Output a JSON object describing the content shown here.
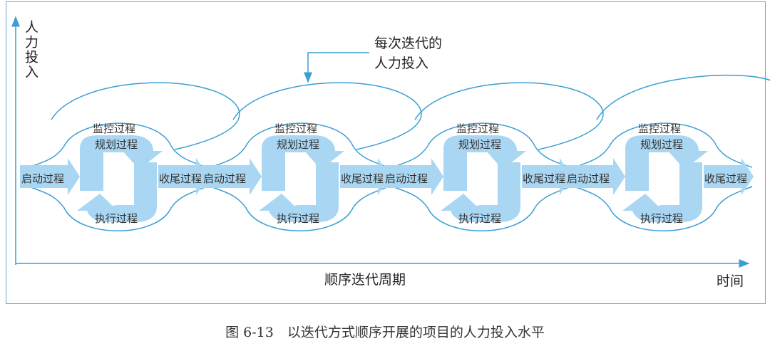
{
  "axes": {
    "y_label": "人力投入",
    "x_label": "顺序迭代周期",
    "x_end_label": "时间"
  },
  "annotation": "每次迭代的\n人力投入",
  "annotation_lines": [
    "每次迭代的",
    "人力投入"
  ],
  "iterations": [
    {
      "initiate": "启动过程",
      "monitor": "监控过程",
      "plan": "规划过程",
      "execute": "执行过程",
      "close": "收尾过程"
    },
    {
      "initiate": "启动过程",
      "monitor": "监控过程",
      "plan": "规划过程",
      "execute": "执行过程",
      "close": "收尾过程"
    },
    {
      "initiate": "启动过程",
      "monitor": "监控过程",
      "plan": "规划过程",
      "execute": "执行过程",
      "close": "收尾过程"
    },
    {
      "initiate": "启动过程",
      "monitor": "监控过程",
      "plan": "规划过程",
      "execute": "执行过程",
      "close": "收尾过程"
    }
  ],
  "caption": "图 6-13　以迭代方式顺序开展的项目的人力投入水平",
  "colors": {
    "line": "#3a9fd4",
    "fill": "#a9d6f2",
    "frame": "#5ab0dc"
  }
}
